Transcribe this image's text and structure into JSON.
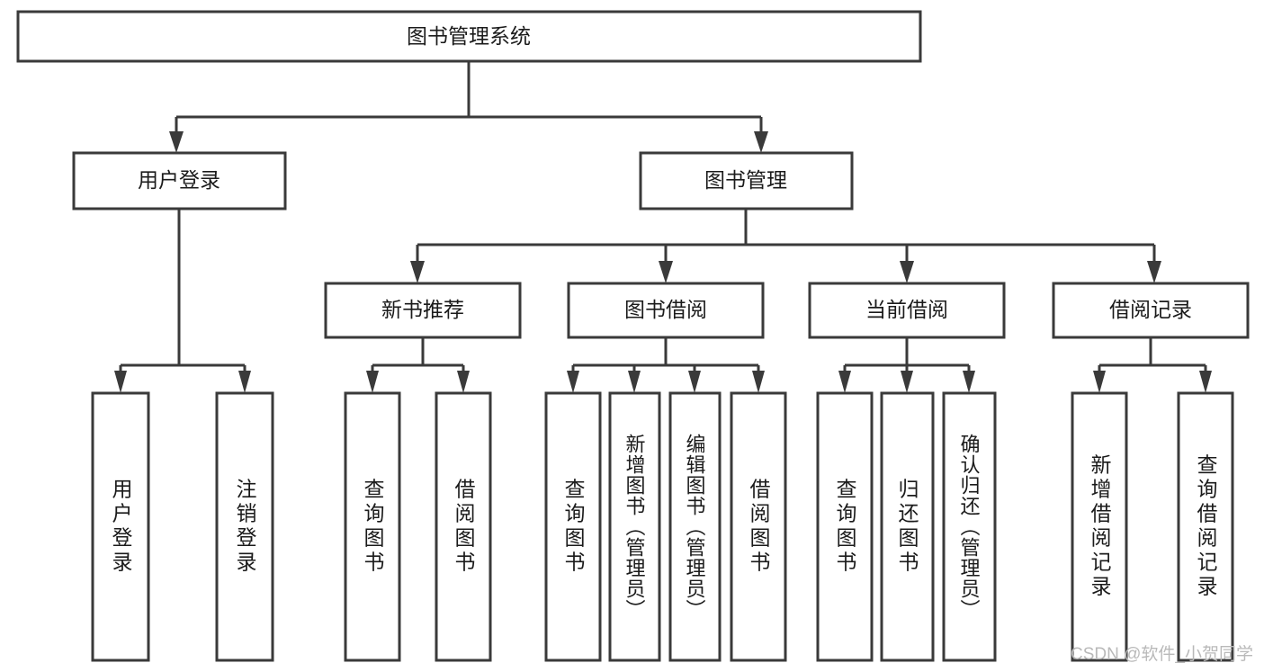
{
  "diagram": {
    "type": "tree-hierarchy",
    "title": "图书管理系统",
    "levels": 4,
    "root": {
      "id": "root",
      "label": "图书管理系统",
      "orientation": "horizontal"
    },
    "level2": [
      {
        "id": "user-login",
        "label": "用户登录",
        "orientation": "horizontal"
      },
      {
        "id": "book-manage",
        "label": "图书管理",
        "orientation": "horizontal"
      }
    ],
    "level3": [
      {
        "id": "new-book-recommend",
        "label": "新书推荐",
        "parent": "book-manage",
        "orientation": "horizontal"
      },
      {
        "id": "book-borrow",
        "label": "图书借阅",
        "parent": "book-manage",
        "orientation": "horizontal"
      },
      {
        "id": "current-borrow",
        "label": "当前借阅",
        "parent": "book-manage",
        "orientation": "horizontal"
      },
      {
        "id": "borrow-record",
        "label": "借阅记录",
        "parent": "book-manage",
        "orientation": "horizontal"
      }
    ],
    "leaves": [
      {
        "id": "leaf-user-login",
        "label": "用户登录",
        "parent": "user-login",
        "orientation": "vertical"
      },
      {
        "id": "leaf-user-logout",
        "label": "注销登录",
        "parent": "user-login",
        "orientation": "vertical"
      },
      {
        "id": "leaf-query-book-rec",
        "label": "查询图书",
        "parent": "new-book-recommend",
        "orientation": "vertical"
      },
      {
        "id": "leaf-borrow-book-rec",
        "label": "借阅图书",
        "parent": "new-book-recommend",
        "orientation": "vertical"
      },
      {
        "id": "leaf-query-book-borrow",
        "label": "查询图书",
        "parent": "book-borrow",
        "orientation": "vertical"
      },
      {
        "id": "leaf-add-book-admin",
        "label": "新增图书（管理员）",
        "parent": "book-borrow",
        "orientation": "vertical"
      },
      {
        "id": "leaf-edit-book-admin",
        "label": "编辑图书（管理员）",
        "parent": "book-borrow",
        "orientation": "vertical"
      },
      {
        "id": "leaf-borrow-book",
        "label": "借阅图书",
        "parent": "book-borrow",
        "orientation": "vertical"
      },
      {
        "id": "leaf-query-book-current",
        "label": "查询图书",
        "parent": "current-borrow",
        "orientation": "vertical"
      },
      {
        "id": "leaf-return-book",
        "label": "归还图书",
        "parent": "current-borrow",
        "orientation": "vertical"
      },
      {
        "id": "leaf-confirm-return-admin",
        "label": "确认归还（管理员）",
        "parent": "current-borrow",
        "orientation": "vertical"
      },
      {
        "id": "leaf-add-borrow-record",
        "label": "新增借阅记录",
        "parent": "borrow-record",
        "orientation": "vertical"
      },
      {
        "id": "leaf-query-borrow-record",
        "label": "查询借阅记录",
        "parent": "borrow-record",
        "orientation": "vertical"
      }
    ],
    "colors": {
      "box_fill": "#ffffff",
      "box_stroke": "#3a3a3a",
      "text": "#1b1b1b",
      "connector": "#3a3a3a",
      "background": "#ffffff",
      "watermark": "#b9b9b9"
    }
  },
  "watermark": {
    "text": "CSDN @软件_小贺同学"
  }
}
